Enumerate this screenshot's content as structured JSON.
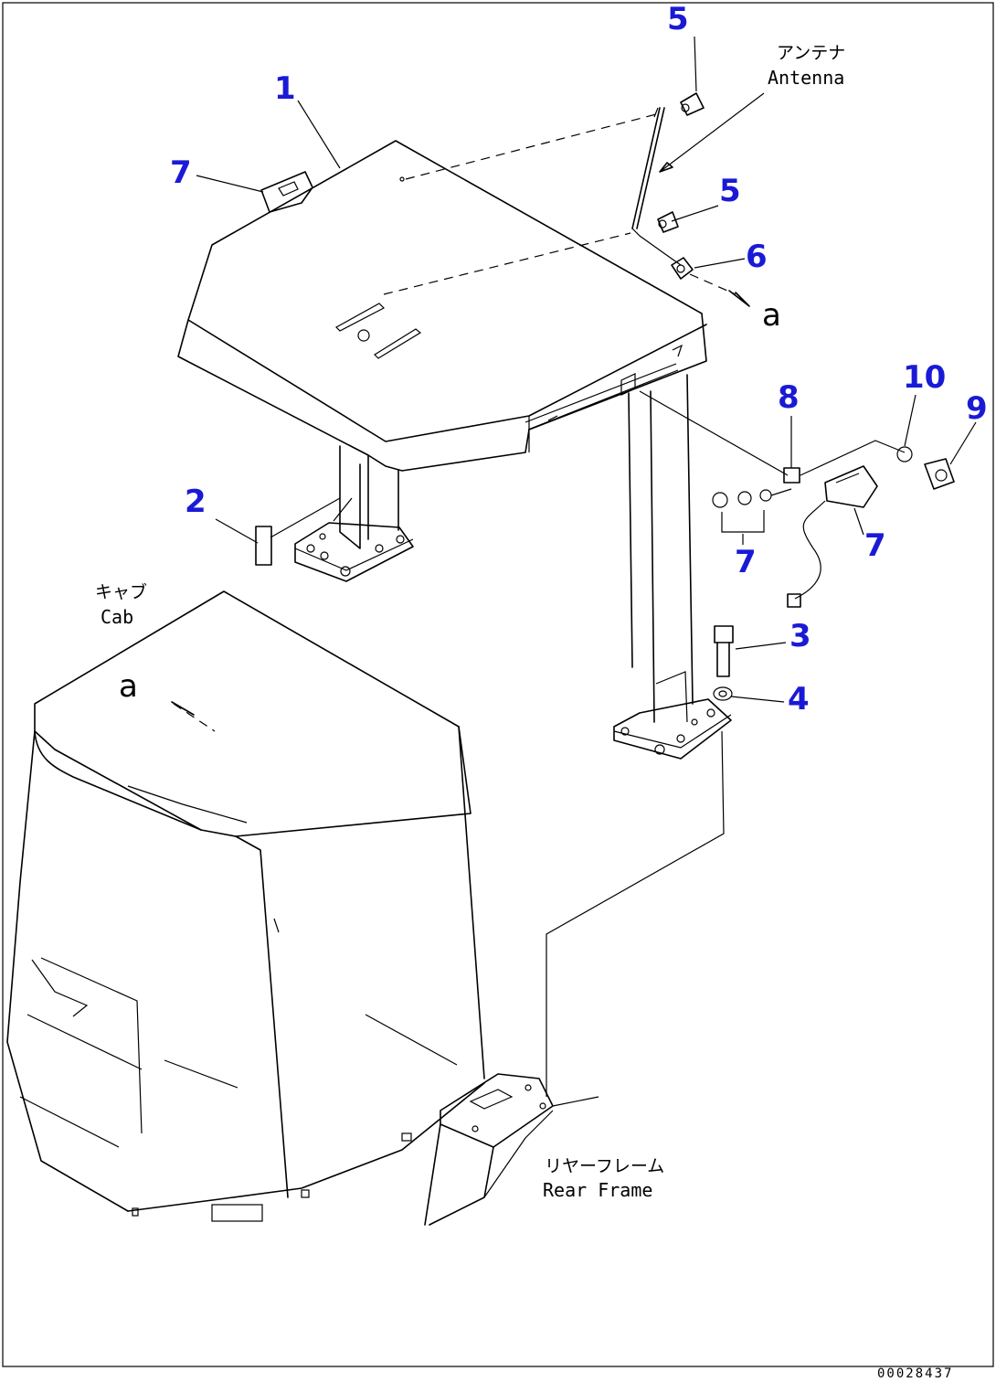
{
  "labels": {
    "antenna_jp": "アンテナ",
    "antenna_en": "Antenna",
    "cab_jp": "キャブ",
    "cab_en": "Cab",
    "rear_frame_jp": "リヤーフレーム",
    "rear_frame_en": "Rear Frame",
    "ref_letter_top": "a",
    "ref_letter_cab": "a",
    "drawing_number": "00028437"
  },
  "callouts": {
    "c1": "1",
    "c2": "2",
    "c3": "3",
    "c4": "4",
    "c5a": "5",
    "c5b": "5",
    "c6": "6",
    "c7a": "7",
    "c7b": "7",
    "c7c": "7",
    "c8": "8",
    "c9": "9",
    "c10": "10"
  },
  "colors": {
    "callout": "#1a1ad6",
    "line": "#000000",
    "background": "#ffffff"
  }
}
